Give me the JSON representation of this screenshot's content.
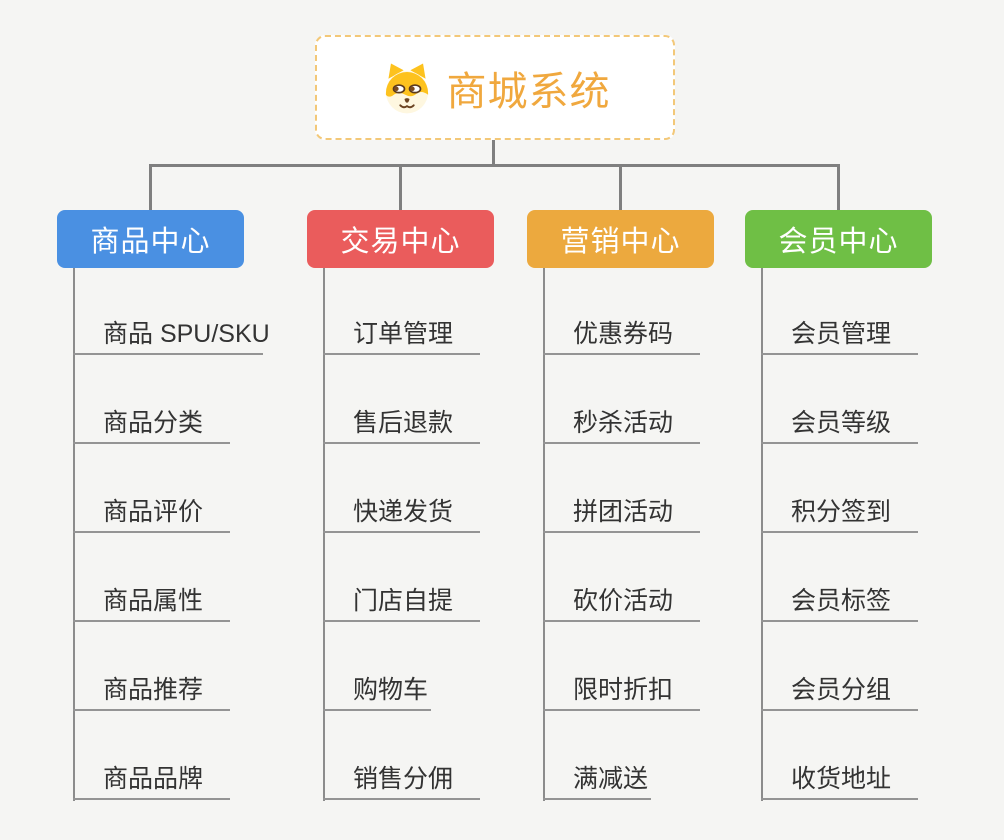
{
  "root": {
    "title": "商城系统",
    "icon": "doge-icon",
    "accent_color": "#f0a83e",
    "border_color": "#f3c878"
  },
  "connector_color": "#7f7f7f",
  "underline_color": "#949494",
  "background_color": "#f5f5f3",
  "branches": [
    {
      "label": "商品中心",
      "color": "#4a90e2",
      "items": [
        "商品 SPU/SKU",
        "商品分类",
        "商品评价",
        "商品属性",
        "商品推荐",
        "商品品牌"
      ]
    },
    {
      "label": "交易中心",
      "color": "#ea5c5c",
      "items": [
        "订单管理",
        "售后退款",
        "快递发货",
        "门店自提",
        "购物车",
        "销售分佣"
      ]
    },
    {
      "label": "营销中心",
      "color": "#eca93e",
      "items": [
        "优惠券码",
        "秒杀活动",
        "拼团活动",
        "砍价活动",
        "限时折扣",
        "满减送"
      ]
    },
    {
      "label": "会员中心",
      "color": "#6fbf45",
      "items": [
        "会员管理",
        "会员等级",
        "积分签到",
        "会员标签",
        "会员分组",
        "收货地址"
      ]
    }
  ]
}
